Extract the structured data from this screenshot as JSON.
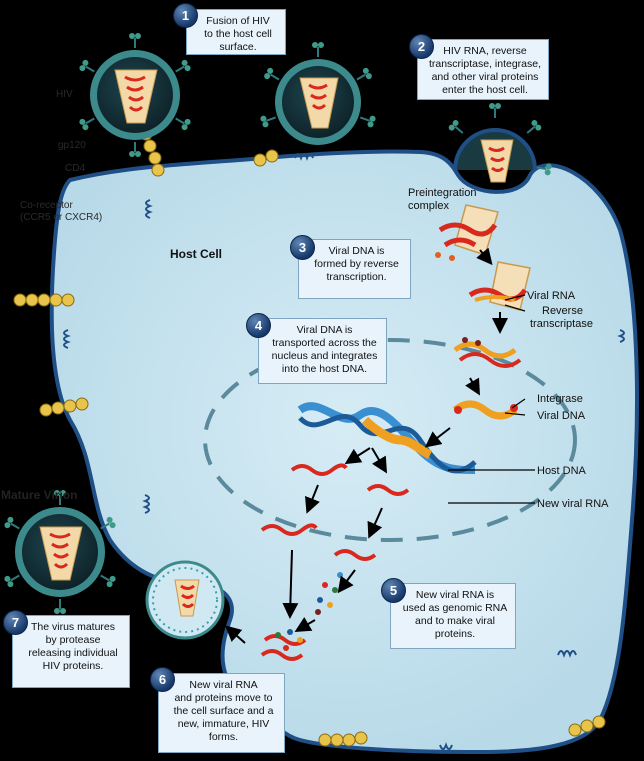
{
  "steps": [
    {
      "num": "1",
      "text": "Fusion of  HIV\nto the host cell\nsurface."
    },
    {
      "num": "2",
      "text": "HIV RNA, reverse\ntranscriptase, integrase,\nand other viral proteins\nenter the host cell."
    },
    {
      "num": "3",
      "text": "Viral DNA is\nformed by reverse\ntranscription."
    },
    {
      "num": "4",
      "text": "Viral DNA is\ntransported across the\nnucleus and integrates\ninto the host DNA."
    },
    {
      "num": "5",
      "text": "New viral RNA is\nused as genomic RNA\nand to make viral\nproteins."
    },
    {
      "num": "6",
      "text": "New viral RNA\nand proteins move to\nthe cell surface and a\nnew, immature, HIV\nforms."
    },
    {
      "num": "7",
      "text": "The virus matures\nby protease\nreleasing individual\nHIV proteins."
    }
  ],
  "labels": {
    "hiv": "HIV",
    "gp120": "gp120",
    "cd4": "CD4",
    "coreceptor_line1": "Co-receptor",
    "coreceptor_line2": "(CCR5 or CXCR4)",
    "host_cell": "Host Cell",
    "mature_virion": "Mature Virion",
    "preintegration_line1": "Preintegration",
    "preintegration_line2": "complex",
    "viral_rna": "Viral RNA",
    "reverse_line1": "Reverse",
    "reverse_line2": "transcriptase",
    "integrase": "Integrase",
    "viral_dna": "Viral DNA",
    "host_dna": "Host DNA",
    "new_viral_rna": "New viral RNA"
  },
  "colors": {
    "background": "#000000",
    "cell_fill": "#c9e3ef",
    "cell_stroke": "#1f4f86",
    "nucleus_stroke": "#5a8a9c",
    "virion_outer": "#3d8a8c",
    "virion_inner": "#14323a",
    "capsid": "#f4d9a8",
    "rna_red": "#d9281e",
    "dna_blue": "#3a8fd0",
    "dna_orange": "#f0a020",
    "callout_fill": "#e8f3fb",
    "badge_fill": "#1f4a80"
  }
}
